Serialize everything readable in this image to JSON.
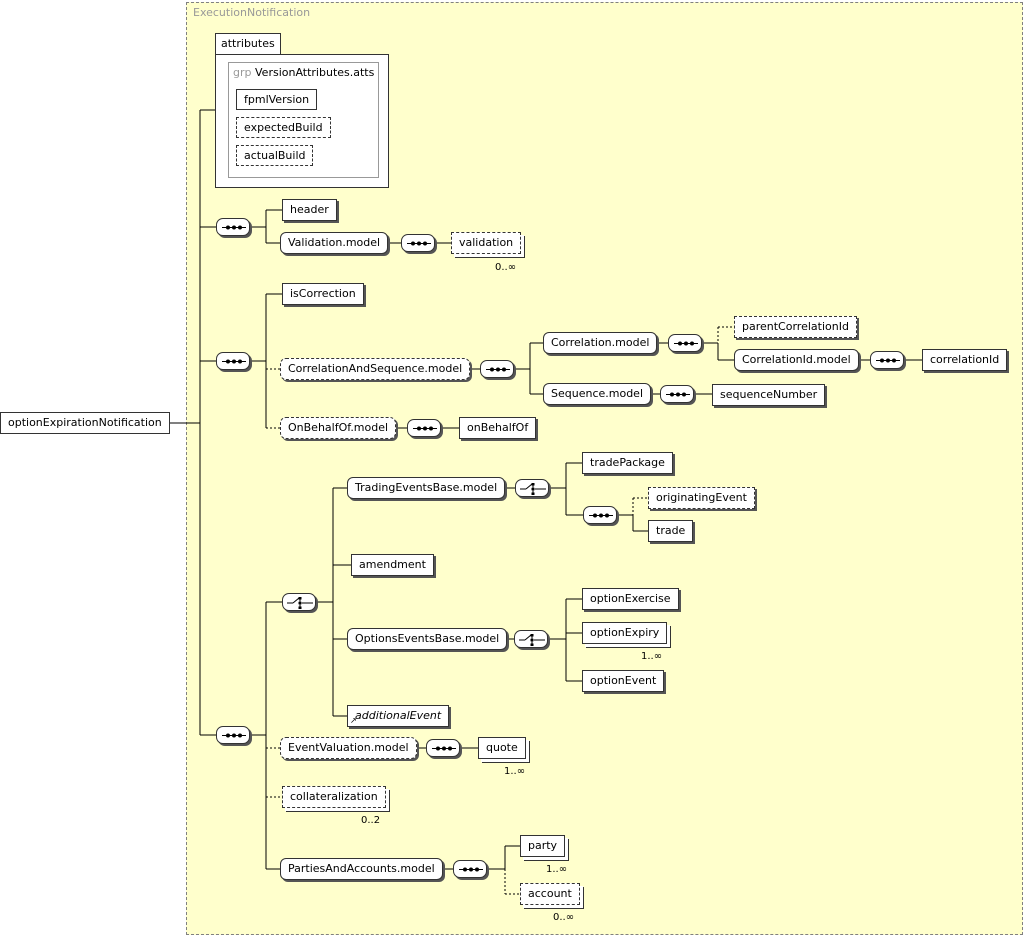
{
  "diagram": {
    "root": "optionExpirationNotification",
    "container_title": "ExecutionNotification",
    "attributes": {
      "tab_label": "attributes",
      "group_keyword": "grp",
      "group_name": "VersionAttributes.atts",
      "items": [
        "fpmlVersion",
        "expectedBuild",
        "actualBuild"
      ]
    },
    "elements": {
      "header": "header",
      "validation_model": "Validation.model",
      "validation": "validation",
      "is_correction": "isCorrection",
      "correlation_and_sequence_model": "CorrelationAndSequence.model",
      "correlation_model": "Correlation.model",
      "parent_correlation_id": "parentCorrelationId",
      "correlation_id_model": "CorrelationId.model",
      "correlation_id": "correlationId",
      "sequence_model": "Sequence.model",
      "sequence_number": "sequenceNumber",
      "on_behalf_of_model": "OnBehalfOf.model",
      "on_behalf_of": "onBehalfOf",
      "trading_events_base_model": "TradingEventsBase.model",
      "trade_package": "tradePackage",
      "originating_event": "originatingEvent",
      "trade": "trade",
      "amendment": "amendment",
      "options_events_base_model": "OptionsEventsBase.model",
      "option_exercise": "optionExercise",
      "option_expiry": "optionExpiry",
      "option_event": "optionEvent",
      "additional_event": "additionalEvent",
      "event_valuation_model": "EventValuation.model",
      "quote": "quote",
      "collateralization": "collateralization",
      "parties_and_accounts_model": "PartiesAndAccounts.model",
      "party": "party",
      "account": "account"
    },
    "cardinalities": {
      "validation": "0..∞",
      "option_expiry": "1..∞",
      "quote": "1..∞",
      "collateralization": "0..2",
      "party": "1..∞",
      "account": "0..∞"
    }
  }
}
